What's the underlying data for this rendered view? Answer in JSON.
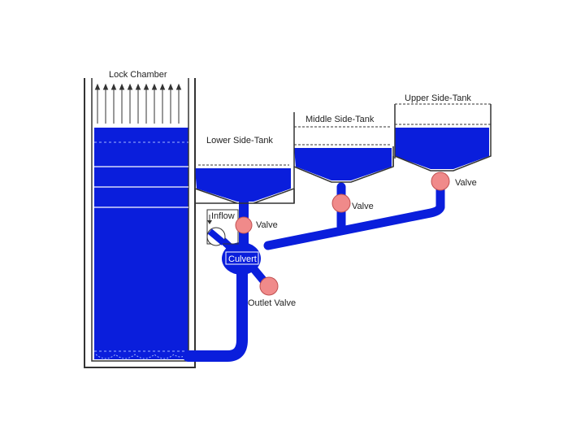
{
  "labels": {
    "lock_chamber": "Lock Chamber",
    "lower_tank": "Lower Side-Tank",
    "middle_tank": "Middle Side-Tank",
    "upper_tank": "Upper Side-Tank",
    "valve_lower": "Valve",
    "valve_middle": "Valve",
    "valve_upper": "Valve",
    "inflow": "Inflow",
    "culvert": "Culvert",
    "outlet_valve": "Outlet Valve"
  },
  "colors": {
    "water": "#0a1edc",
    "valve": "#f08a8a",
    "wall": "#333333"
  }
}
